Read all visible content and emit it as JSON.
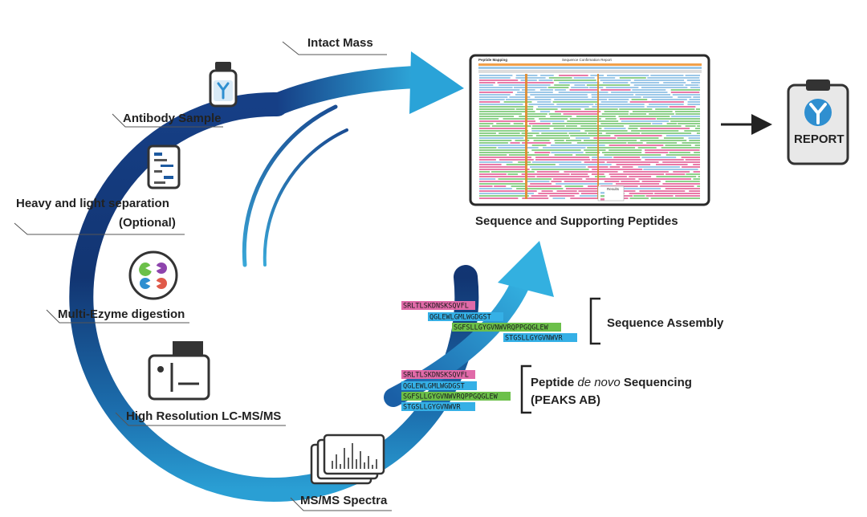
{
  "labels": {
    "intact_mass": "Intact Mass",
    "antibody_sample": "Antibody Sample",
    "heavy_light_line1": "Heavy and light separation",
    "heavy_light_line2": "(Optional)",
    "digestion": "Multi-Ezyme digestion",
    "lcms": "High Resolution LC-MS/MS",
    "spectra": "MS/MS Spectra",
    "sequence_peptides": "Sequence and Supporting Peptides",
    "assembly": "Sequence Assembly",
    "denovo_prefix": "Peptide ",
    "denovo_italic": "de novo",
    "denovo_suffix": " Sequencing",
    "peaks": "(PEAKS AB)",
    "report": "REPORT"
  },
  "peptides_assembly": [
    {
      "text": "SRLTLSKDNSKSQVFL",
      "color": "#e06aa8"
    },
    {
      "text": "QGLEWLGMLWGDGST",
      "color": "#35b0e6"
    },
    {
      "text": "SGFSLLGYGVNWVRQPPGQGLEW",
      "color": "#6cc04a"
    },
    {
      "text": "STGSLLGYGVNWVR",
      "color": "#35b0e6"
    }
  ],
  "peptides_denovo": [
    {
      "text": "SRLTLSKDNSKSQVFL",
      "color": "#e06aa8"
    },
    {
      "text": "QGLEWLGMLWGDGST",
      "color": "#35b0e6"
    },
    {
      "text": "SGFSLLGYGVNWVRQPPGQGLEW",
      "color": "#6cc04a"
    },
    {
      "text": "STGSLLGYGVNWVR",
      "color": "#35b0e6"
    }
  ],
  "screenshot": {
    "title": "Peptide Mapping",
    "header_text": "Sequence Confirmation Report",
    "legend_title": "Results"
  },
  "colors": {
    "arc_dark": "#133a7a",
    "arc_light": "#2fa6d8",
    "pink": "#e06aa8",
    "blue": "#35b0e6",
    "green": "#6cc04a",
    "report_blue": "#2f8fd0"
  }
}
